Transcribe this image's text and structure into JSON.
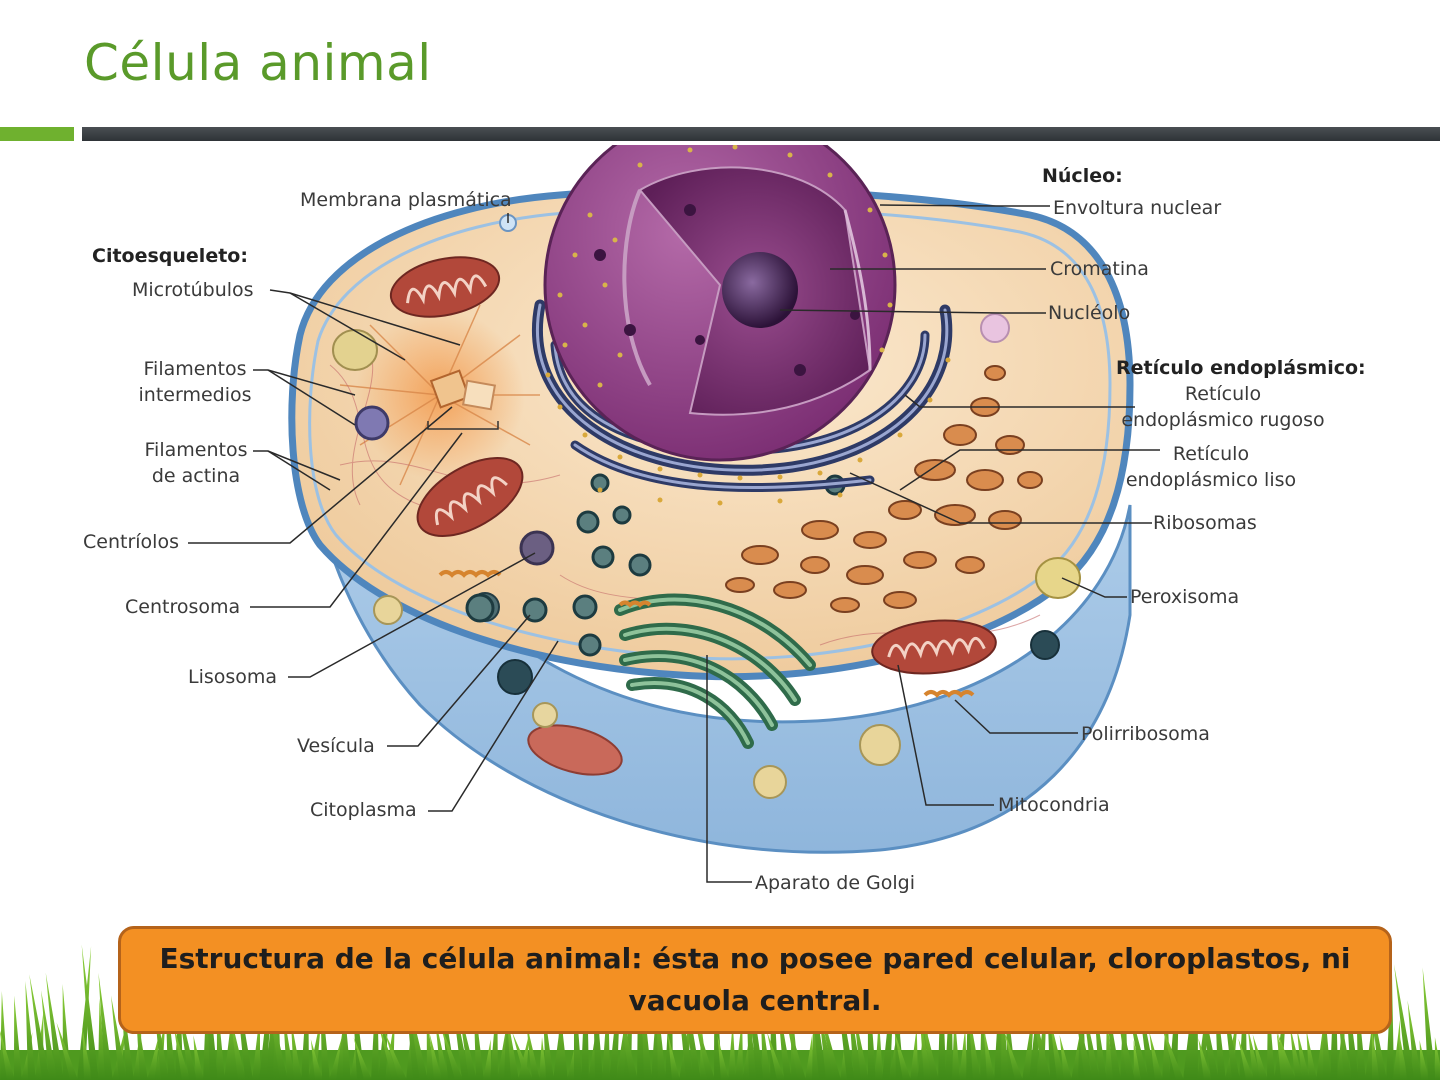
{
  "slide": {
    "title": "Célula animal",
    "caption": "Estructura de la célula animal: ésta no posee pared celular, cloroplastos, ni vacuola central."
  },
  "labels": {
    "membrana_plasmatica": "Membrana plasmática",
    "citoesqueleto": "Citoesqueleto:",
    "microtubulos": "Microtúbulos",
    "filamentos_intermedios_1": "Filamentos",
    "filamentos_intermedios_2": "intermedios",
    "filamentos_actina_1": "Filamentos",
    "filamentos_actina_2": "de actina",
    "centriolos": "Centríolos",
    "centrosoma": "Centrosoma",
    "lisosoma": "Lisosoma",
    "vesicula": "Vesícula",
    "citoplasma": "Citoplasma",
    "aparato_golgi": "Aparato de Golgi",
    "mitocondria": "Mitocondria",
    "polirribosoma": "Polirribosoma",
    "peroxisoma": "Peroxisoma",
    "ribosomas": "Ribosomas",
    "reticulo_liso_1": "Retículo",
    "reticulo_liso_2": "endoplásmico liso",
    "reticulo_rugoso_1": "Retículo",
    "reticulo_rugoso_2": "endoplásmico rugoso",
    "reticulo_endoplasmico": "Retículo endoplásmico:",
    "nucleolo": "Nucléolo",
    "cromatina": "Cromatina",
    "envoltura_nuclear": "Envoltura nuclear",
    "nucleo": "Núcleo:"
  },
  "colors": {
    "title_green": "#5a9a2a",
    "accent_green": "#6fb12f",
    "dark_bar": "#3a3f43",
    "caption_bg": "#f39023",
    "caption_border": "#b5631a",
    "nucleus": "#8e3f86",
    "cytoplasm": "#f6dcb6",
    "membrane": "#6a9fd0",
    "golgi": "#2f6b4a",
    "mitochondria": "#b2483a"
  }
}
